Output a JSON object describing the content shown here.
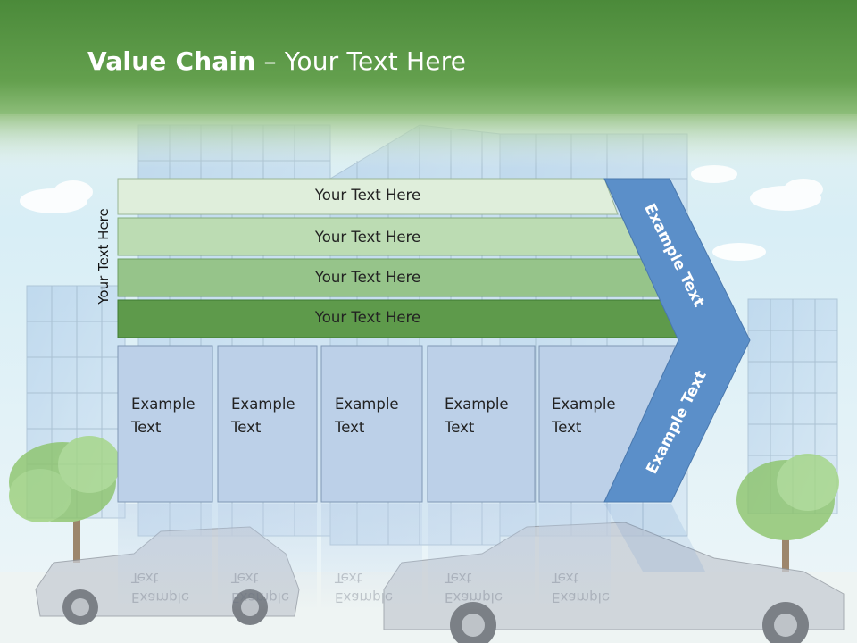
{
  "title": {
    "bold": "Value Chain",
    "rest": " – Your Text Here"
  },
  "side_label": "Your Text Here",
  "rows": [
    {
      "label": "Your Text Here",
      "color": "#dfeedb"
    },
    {
      "label": "Your Text Here",
      "color": "#bcdcb3"
    },
    {
      "label": "Your Text Here",
      "color": "#96c48a"
    },
    {
      "label": "Your Text Here",
      "color": "#5e9a4b"
    }
  ],
  "cells": [
    {
      "line1": "Example",
      "line2": "Text"
    },
    {
      "line1": "Example",
      "line2": "Text"
    },
    {
      "line1": "Example",
      "line2": "Text"
    },
    {
      "line1": "Example",
      "line2": "Text"
    },
    {
      "line1": "Example",
      "line2": "Text"
    }
  ],
  "chevron": {
    "upper_text": "Example Text",
    "lower_text": "Example Text",
    "color": "#5b8fc9"
  },
  "colors": {
    "header_green": "#4f8a3f",
    "cell_fill": "#bcd0e8",
    "sky": "#dff1f7"
  }
}
